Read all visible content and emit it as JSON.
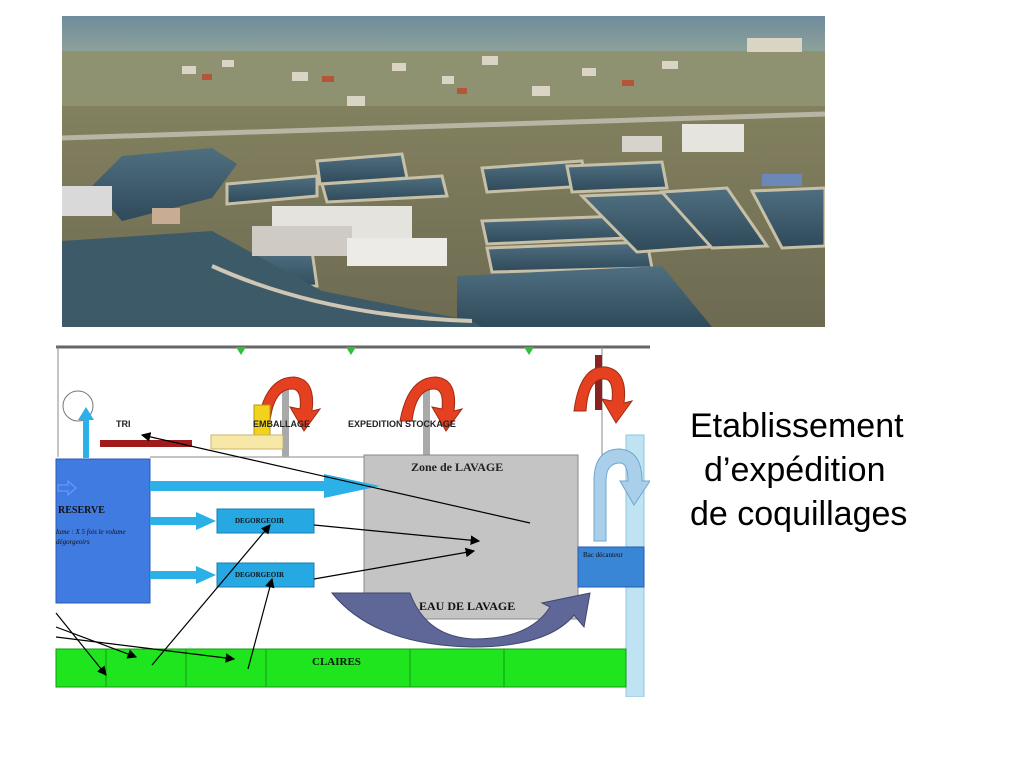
{
  "caption": {
    "line1": "Etablissement",
    "line2": "d’expédition",
    "line3": "de coquillages"
  },
  "photo": {
    "subject": "aerial-view-of-shellfish-facility"
  },
  "diagram": {
    "labels": {
      "tri": "TRI",
      "emballage": "EMBALLAGE",
      "expedition": "EXPEDITION STOCKAGE",
      "zone_lavage": "Zone de LAVAGE",
      "reserve": "RESERVE",
      "reserve_note_1": "lume : X 5 fois le volume",
      "reserve_note_2": "dégorgeoirs",
      "degorgeoir_1": "DEGORGEOIR",
      "degorgeoir_2": "DEGORGEOIR",
      "bac_decanteur": "Bac décanteur",
      "eau_lavage": "EAU DE LAVAGE",
      "claires": "CLAIRES"
    },
    "colors": {
      "reserve": "#3f7be0",
      "degorgeoir": "#26a8e3",
      "zone_lavage": "#c4c4c4",
      "claires": "#1ee51e",
      "eau_lavage": "#5f6799",
      "arrow_blue": "#2cb0e8",
      "arrow_red": "#e5401f",
      "tri_bar": "#a01c1c",
      "emballage_yellow": "#f2d21a"
    }
  }
}
